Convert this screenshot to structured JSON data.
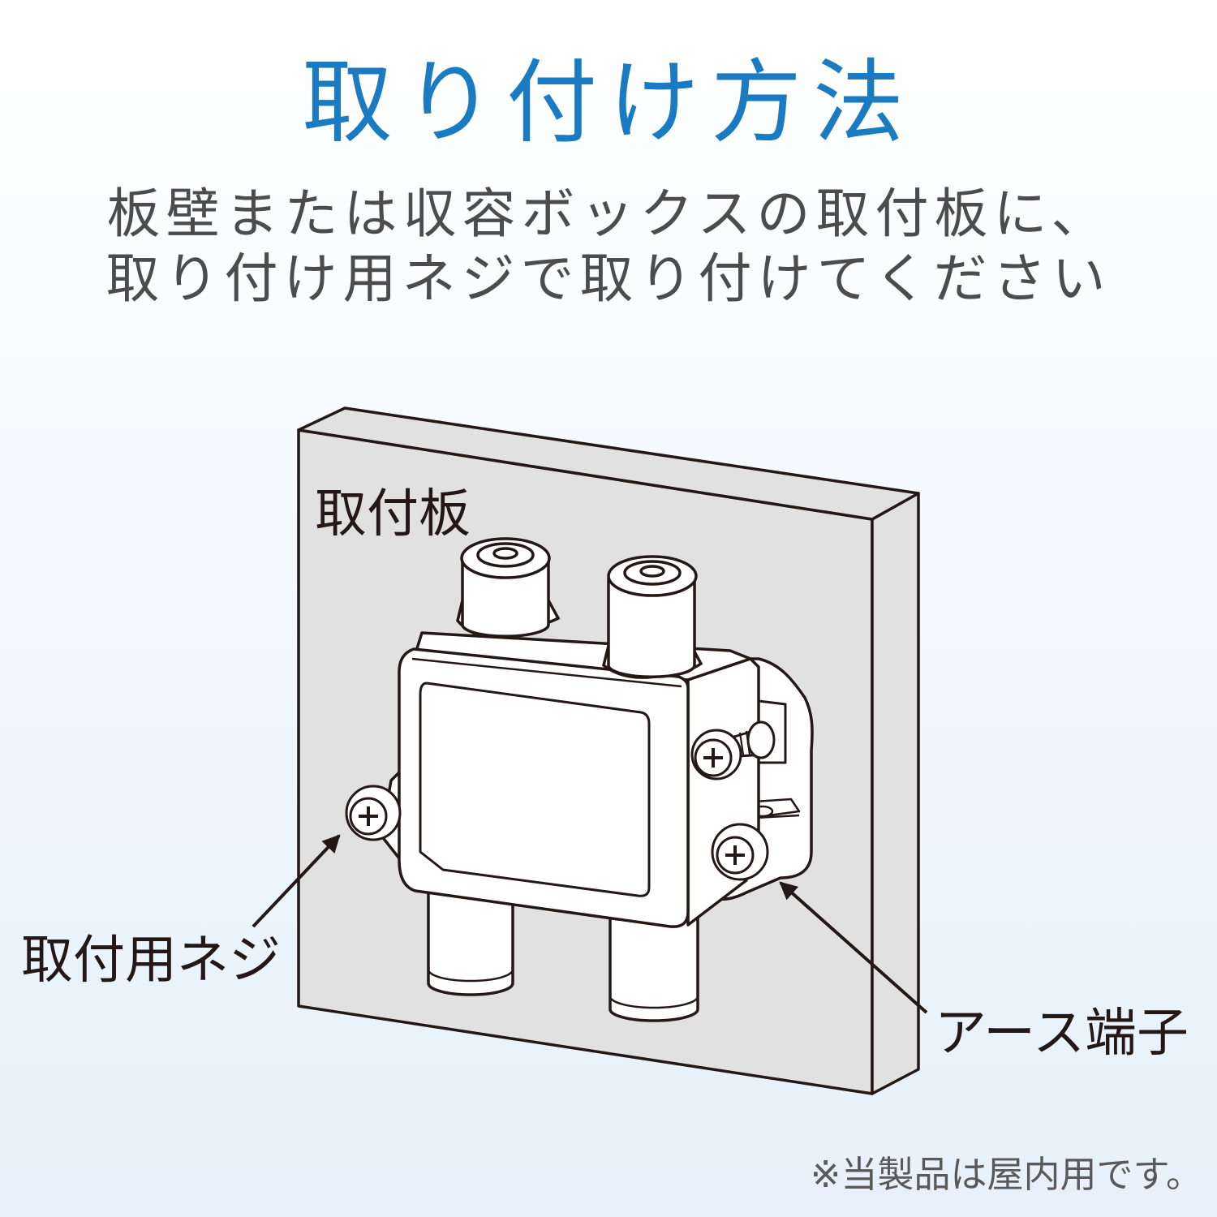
{
  "heading": {
    "title": "取り付け方法",
    "lines": [
      "板壁または収容ボックスの取付板に、",
      "取り付け用ネジで取り付けてください"
    ]
  },
  "diagram": {
    "plate_label": "取付板",
    "screw_label": "取付用ネジ",
    "earth_label": "アース端子"
  },
  "footnote": "※当製品は屋内用です。",
  "colors": {
    "title": "#1a7bc3",
    "text": "#4c4c4c",
    "plate": "#e2e1e1",
    "line": "#231815"
  }
}
